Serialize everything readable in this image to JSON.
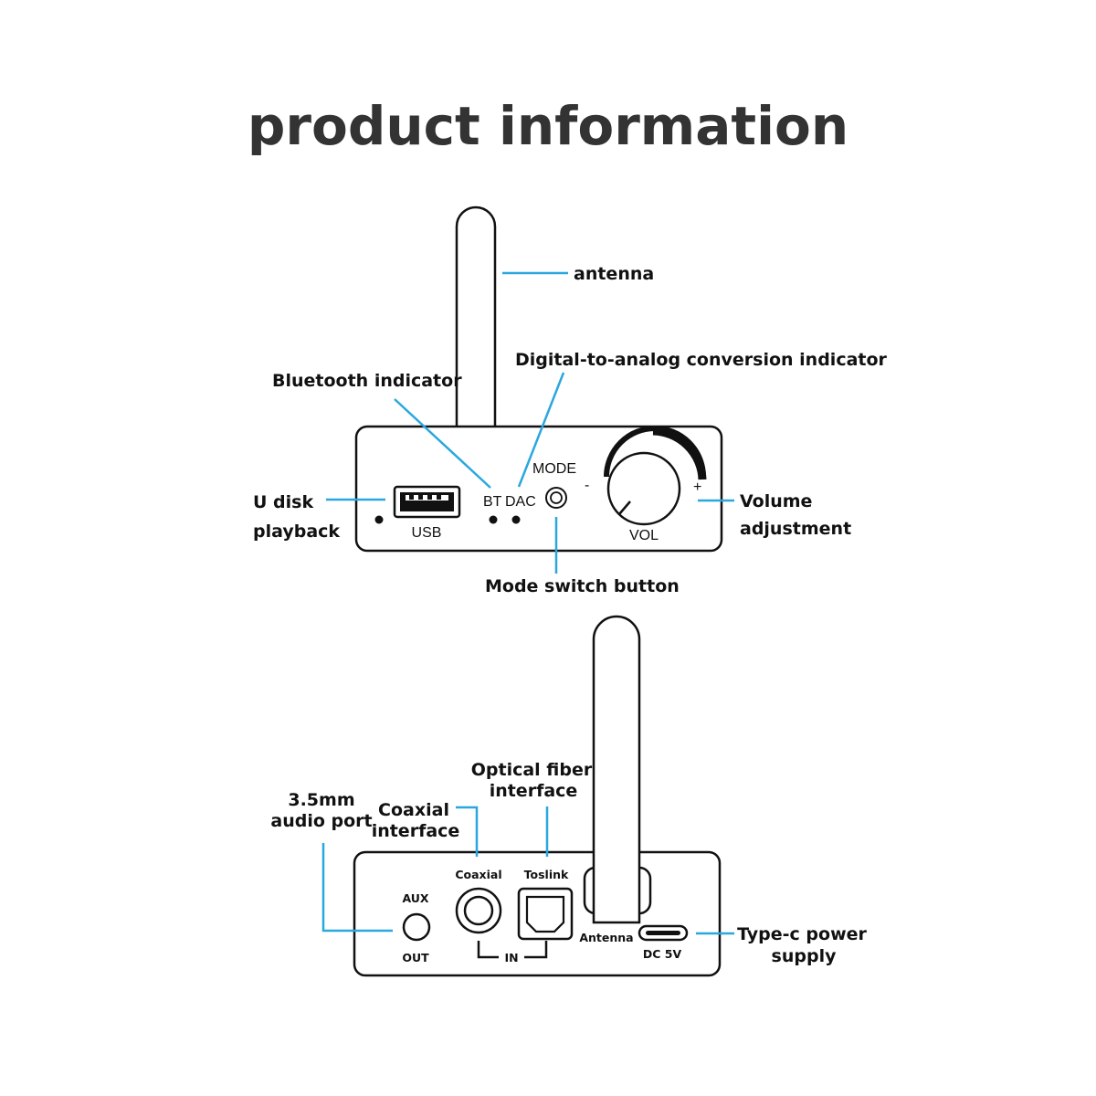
{
  "title": "product information",
  "front_panel": {
    "callouts": {
      "antenna": "antenna",
      "dac_indicator": "Digital-to-analog conversion indicator",
      "bt_indicator": "Bluetooth indicator",
      "udisk_line1": "U disk",
      "udisk_line2": "playback",
      "volume_line1": "Volume",
      "volume_line2": "adjustment",
      "mode_button": "Mode switch button"
    },
    "labels": {
      "usb": "USB",
      "bt": "BT",
      "dac": "DAC",
      "mode": "MODE",
      "minus": "-",
      "plus": "+",
      "vol": "VOL"
    }
  },
  "rear_panel": {
    "callouts": {
      "audio_port_line1": "3.5mm",
      "audio_port_line2": "audio port",
      "coaxial_line1": "Coaxial",
      "coaxial_line2": "interface",
      "optical_line1": "Optical fiber",
      "optical_line2": "interface",
      "typec_line1": "Type-c power",
      "typec_line2": "supply"
    },
    "labels": {
      "aux": "AUX",
      "out": "OUT",
      "coaxial": "Coaxial",
      "toslink": "Toslink",
      "in": "IN",
      "antenna": "Antenna",
      "dc5v": "DC 5V"
    }
  },
  "colors": {
    "leader": "#2aa7de",
    "outline": "#111111",
    "title": "#333333"
  }
}
